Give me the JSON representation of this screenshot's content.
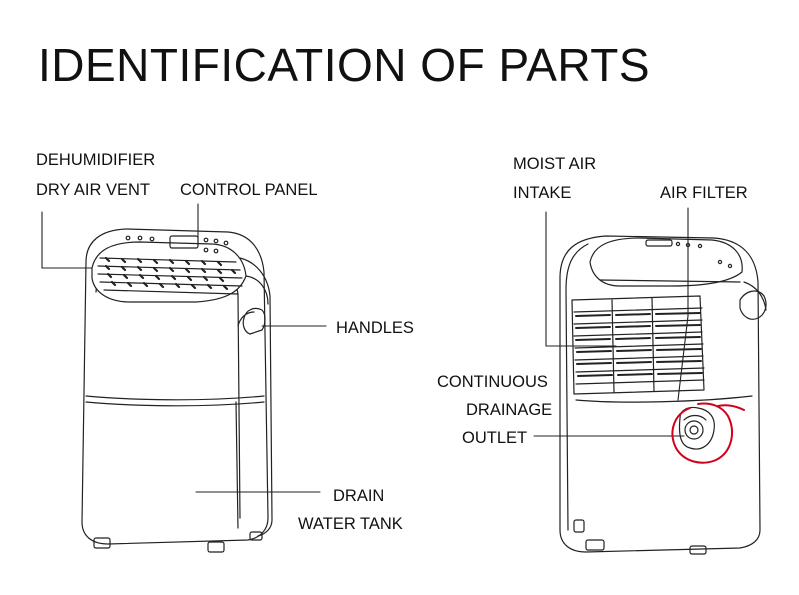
{
  "title": "IDENTIFICATION OF PARTS",
  "front_labels": {
    "dry_air_vent_line1": "DEHUMIDIFIER",
    "dry_air_vent_line2": "DRY AIR VENT",
    "control_panel": "CONTROL PANEL",
    "handles": "HANDLES",
    "water_tank_line1": "DRAIN",
    "water_tank_line2": "WATER TANK"
  },
  "back_labels": {
    "intake_line1": "MOIST AIR",
    "intake_line2": "INTAKE",
    "air_filter": "AIR FILTER",
    "drainage_line1": "CONTINUOUS",
    "drainage_line2": "DRAINAGE",
    "drainage_line3": "OUTLET"
  },
  "highlight_color": "#d0021b"
}
